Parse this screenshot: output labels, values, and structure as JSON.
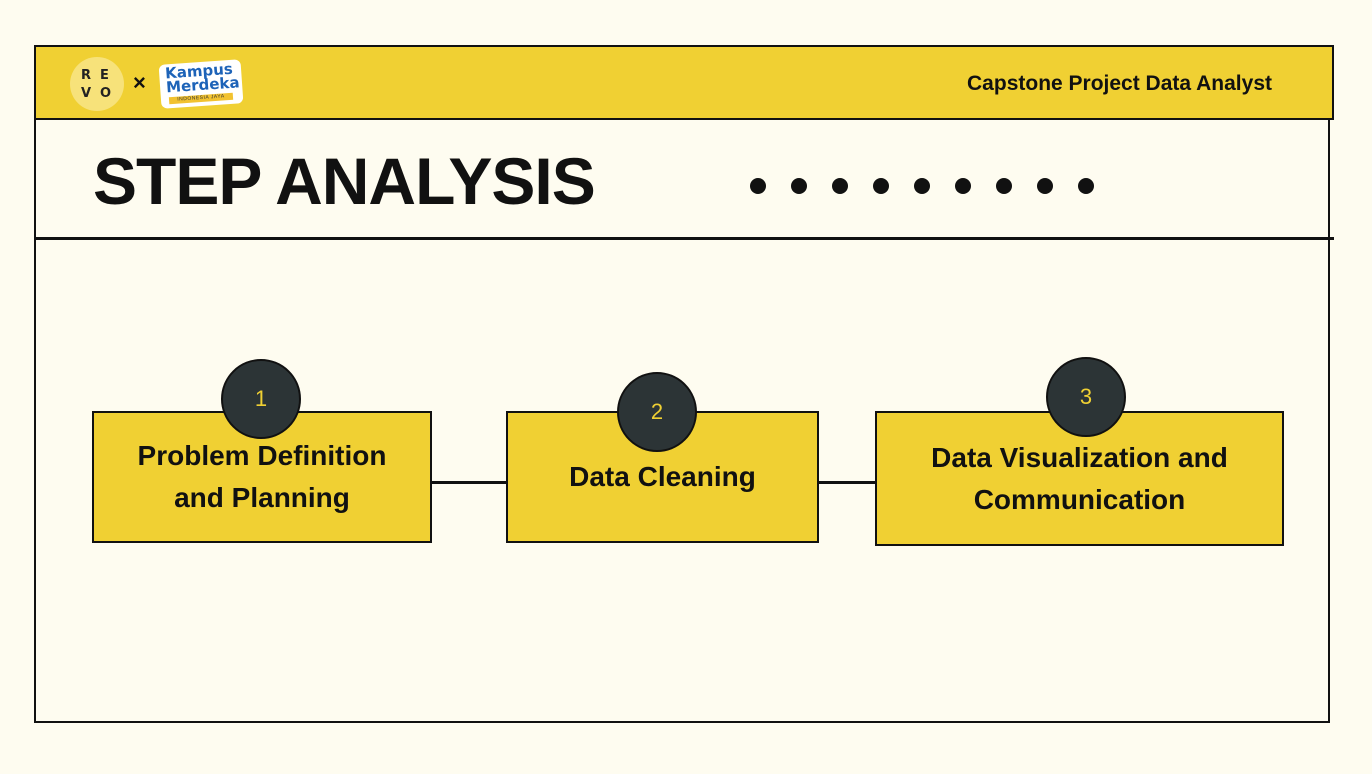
{
  "header": {
    "logo_letters": [
      "R",
      "E",
      "V",
      "O"
    ],
    "separator": "×",
    "partner_logo_line1": "Kampus",
    "partner_logo_line2": "Merdeka",
    "partner_logo_tagline": "INDONESIA JAYA",
    "title": "Capstone Project Data Analyst"
  },
  "page_title": "STEP ANALYSIS",
  "decoration": {
    "dot_count": 9
  },
  "steps": [
    {
      "number": "1",
      "line1": "Problem Definition",
      "line2": "and Planning"
    },
    {
      "number": "2",
      "line1": "Data Cleaning",
      "line2": ""
    },
    {
      "number": "3",
      "line1": "Data Visualization and",
      "line2": "Communication"
    }
  ],
  "colors": {
    "background": "#fefcf0",
    "accent_yellow": "#f0d033",
    "circle_dark": "#2c3436",
    "ink": "#111111"
  }
}
